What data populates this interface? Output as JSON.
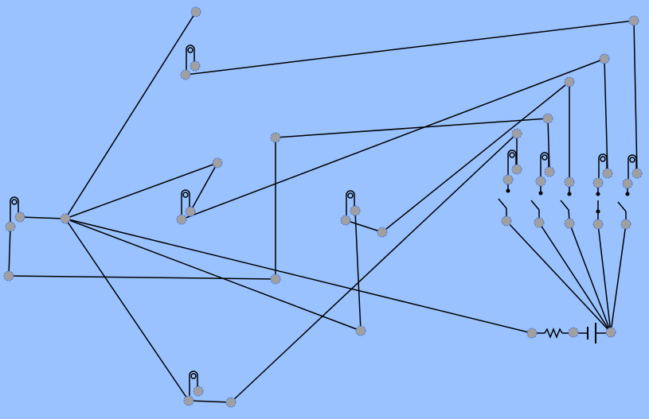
{
  "canvas": {
    "background": "#99c2ff",
    "wire_color": "#000000",
    "node_fill": "#a0a0a0",
    "node_stroke": "#4a6fd8"
  },
  "components": [
    {
      "type": "coil",
      "id": "coil-top"
    },
    {
      "type": "coil",
      "id": "coil-left"
    },
    {
      "type": "coil",
      "id": "coil-mid"
    },
    {
      "type": "coil",
      "id": "coil-center"
    },
    {
      "type": "coil",
      "id": "coil-bottom"
    },
    {
      "type": "coil",
      "id": "coil-right-1"
    },
    {
      "type": "coil",
      "id": "coil-right-2"
    },
    {
      "type": "coil",
      "id": "coil-right-3"
    },
    {
      "type": "coil",
      "id": "coil-right-4"
    },
    {
      "type": "switch",
      "id": "switch-1"
    },
    {
      "type": "switch",
      "id": "switch-2"
    },
    {
      "type": "switch",
      "id": "switch-3"
    },
    {
      "type": "switch",
      "id": "switch-4"
    },
    {
      "type": "switch",
      "id": "switch-5"
    },
    {
      "type": "resistor",
      "id": "resistor-1"
    },
    {
      "type": "battery",
      "id": "battery-1"
    }
  ]
}
